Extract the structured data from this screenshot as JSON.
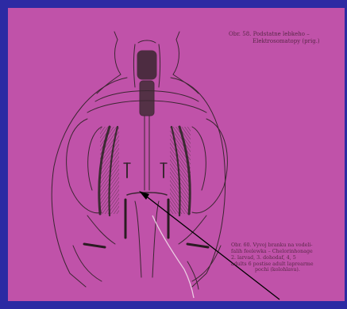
{
  "document": {
    "background_color": "#2c2aa3",
    "paper_color": "#c052a9",
    "ink_color": "#3a1a2a",
    "arrow_color": "#000000",
    "top_caption": {
      "line1": "Obr. 58. Podstatne lebkeho –",
      "line2": "Elektrosomatopy (prig.)"
    },
    "bottom_caption": {
      "line1": "Obr. 60. Vyvoj branku na vodeli-",
      "line2": "falih feelewka – Chelorinhonage",
      "line3": "2. larvad, 3. dohodaf, 4, 5",
      "line4": "adults 6 postise adult laprearme",
      "line5": "pochi (kolohlava)."
    },
    "illustration": {
      "subject": "anatomical engraving",
      "icon": "skeleton-icon"
    }
  }
}
